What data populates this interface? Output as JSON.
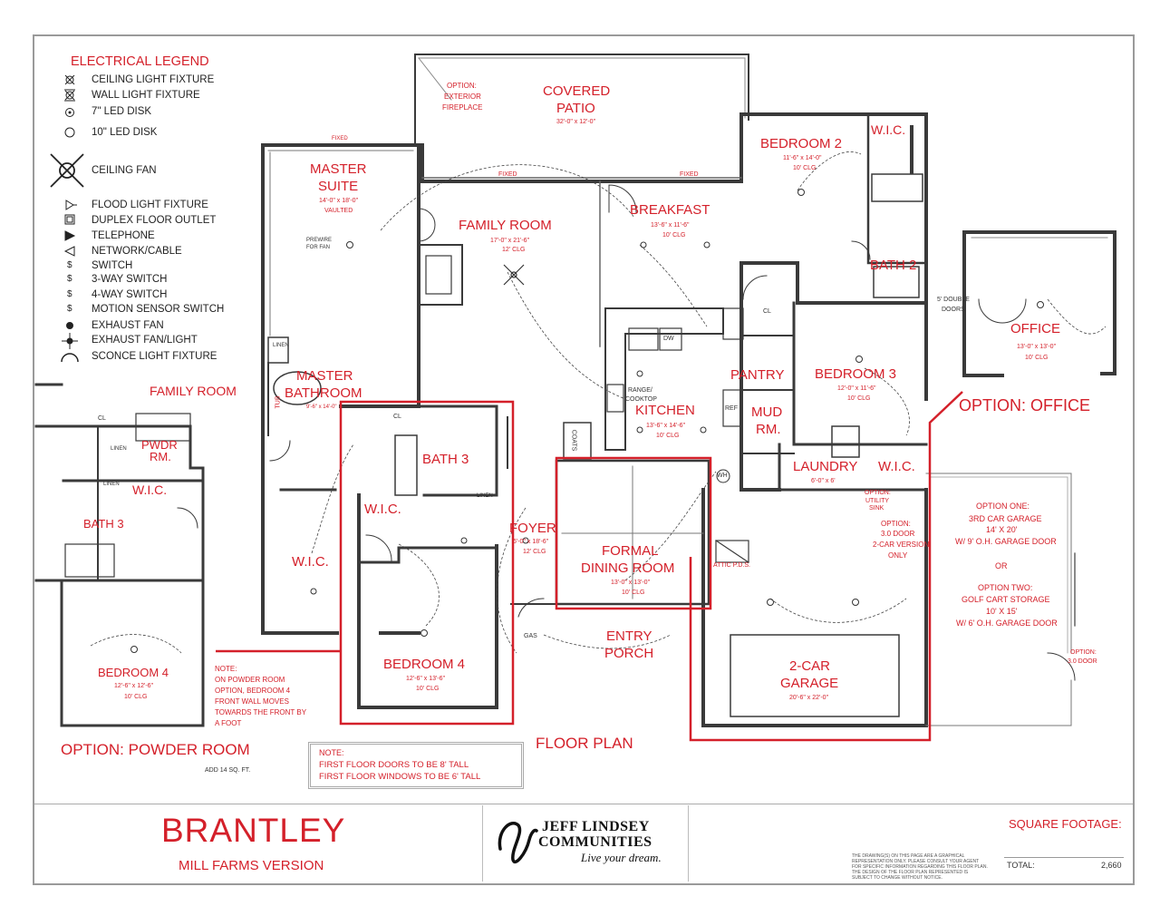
{
  "legend": {
    "title": "ELECTRICAL LEGEND",
    "items": [
      "CEILING LIGHT FIXTURE",
      "WALL LIGHT FIXTURE",
      "7\" LED DISK",
      "10\" LED DISK",
      "CEILING FAN",
      "FLOOD LIGHT FIXTURE",
      "DUPLEX FLOOR OUTLET",
      "TELEPHONE",
      "NETWORK/CABLE",
      "SWITCH",
      "3-WAY SWITCH",
      "4-WAY SWITCH",
      "MOTION SENSOR SWITCH",
      "EXHAUST FAN",
      "EXHAUST FAN/LIGHT",
      "SCONCE LIGHT FIXTURE"
    ]
  },
  "rooms": {
    "covered_patio": {
      "name1": "COVERED",
      "name2": "PATIO",
      "dim": "32'-0\" x 12'-0\""
    },
    "exterior_fireplace": {
      "l1": "OPTION:",
      "l2": "EXTERIOR",
      "l3": "FIREPLACE"
    },
    "master_suite": {
      "name1": "MASTER",
      "name2": "SUITE",
      "dim": "14'-0\" x 18'-0\"",
      "note": "VAULTED",
      "prewire1": "PREWIRE",
      "prewire2": "FOR FAN"
    },
    "family_room": {
      "name": "FAMILY ROOM",
      "dim": "17'-0\" x 21'-6\"",
      "clg": "12' CLG"
    },
    "breakfast": {
      "name": "BREAKFAST",
      "dim": "13'-6\" x 11'-6\"",
      "clg": "10' CLG"
    },
    "kitchen": {
      "name": "KITCHEN",
      "dim": "13'-6\" x 14'-6\"",
      "clg": "10' CLG",
      "range1": "RANGE/",
      "range2": "COOKTOP",
      "dw": "DW",
      "ref": "REF"
    },
    "bedroom2": {
      "name": "BEDROOM 2",
      "dim": "11'-6\" x 14'-0\"",
      "clg": "10' CLG",
      "wic": "W.I.C."
    },
    "bath2": {
      "name": "BATH 2"
    },
    "bedroom3": {
      "name": "BEDROOM 3",
      "dim": "12'-0\" x 11'-6\"",
      "clg": "10' CLG"
    },
    "pantry": {
      "name": "PANTRY"
    },
    "mud": {
      "name1": "MUD",
      "name2": "RM."
    },
    "laundry": {
      "name": "LAUNDRY",
      "dim": "6'-0\" x 6'",
      "wic": "W.I.C.",
      "sink1": "OPTION:",
      "sink2": "UTILITY",
      "sink3": "SINK"
    },
    "office": {
      "name": "OFFICE",
      "dim": "13'-0\" x 13'-0\"",
      "clg": "10' CLG",
      "doors1": "5' DOUBLE",
      "doors2": "DOORS",
      "option": "OPTION: OFFICE"
    },
    "master_bath": {
      "name1": "MASTER",
      "name2": "BATHROOM",
      "dim": "9'-6\" x 14'-0\"",
      "tub": "TUB",
      "linen": "LINEN",
      "wic": "W.I.C."
    },
    "bath3": {
      "name": "BATH 3",
      "wic": "W.I.C.",
      "linen": "LINEN"
    },
    "bedroom4": {
      "name": "BEDROOM 4",
      "dim": "12'-6\" x 13'-6\"",
      "clg": "10' CLG"
    },
    "foyer": {
      "name": "FOYER",
      "dim": "6'-0\" x 18'-6\"",
      "clg": "12' CLG",
      "coats": "COATS"
    },
    "dining": {
      "name1": "FORMAL",
      "name2": "DINING ROOM",
      "dim": "13'-0\" x 13'-0\"",
      "clg": "10' CLG"
    },
    "entry": {
      "name1": "ENTRY",
      "name2": "PORCH",
      "gas": "GAS"
    },
    "garage": {
      "name1": "2-CAR",
      "name2": "GARAGE",
      "dim": "20'-6\" x 22'-0\"",
      "wh": "WH",
      "attic": "ATTIC P.D.S."
    },
    "garage_option_door": {
      "l1": "OPTION:",
      "l2": "3.0 DOOR",
      "l3": "2-CAR VERSION",
      "l4": "ONLY"
    },
    "garage_options": {
      "o1": "OPTION ONE:",
      "o2": "3RD CAR GARAGE",
      "o3": "14' X 20'",
      "o4": "W/ 9' O.H. GARAGE DOOR",
      "or": "OR",
      "t1": "OPTION TWO:",
      "t2": "GOLF CART STORAGE",
      "t3": "10' X 15'",
      "t4": "W/ 6' O.H. GARAGE DOOR",
      "d1": "OPTION:",
      "d2": "3.0 DOOR"
    },
    "fixed": "FIXED",
    "cl": "CL"
  },
  "powder_option": {
    "family_room": "FAMILY ROOM",
    "pwdr1": "PWDR",
    "pwdr2": "RM.",
    "wic": "W.I.C.",
    "bath3": "BATH 3",
    "linen": "LINEN",
    "bedroom4": "BEDROOM 4",
    "dim": "12'-6\" x 12'-6\"",
    "clg": "10' CLG",
    "title": "OPTION: POWDER ROOM",
    "add": "ADD 14 SQ. FT.",
    "note": [
      "NOTE:",
      "ON POWDER ROOM",
      "OPTION, BEDROOM 4",
      "FRONT WALL MOVES",
      "TOWARDS THE FRONT BY",
      "A FOOT"
    ]
  },
  "floor_plan_label": "FLOOR PLAN",
  "note": {
    "title": "NOTE:",
    "line1": "FIRST FLOOR DOORS TO BE 8' TALL",
    "line2": "FIRST FLOOR WINDOWS TO BE 6' TALL"
  },
  "title_block": {
    "title": "BRANTLEY",
    "subtitle": "MILL FARMS VERSION",
    "logo1": "JEFF LINDSEY",
    "logo2": "COMMUNITIES",
    "logo3": "Live your dream.",
    "disclaimer": "THE DRAWING(S) ON THIS PAGE ARE A GRAPHICAL REPRESENTATION ONLY. PLEASE CONSULT YOUR AGENT FOR SPECIFIC INFORMATION REGARDING THIS FLOOR PLAN. THE DESIGN OF THE FLOOR PLAN REPRESENTED IS SUBJECT TO CHANGE WITHOUT NOTICE.",
    "sqft_label": "SQUARE FOOTAGE:",
    "total_label": "TOTAL:",
    "total_value": "2,660"
  },
  "colors": {
    "accent": "#d4202a",
    "wall": "#3a3a3a"
  }
}
